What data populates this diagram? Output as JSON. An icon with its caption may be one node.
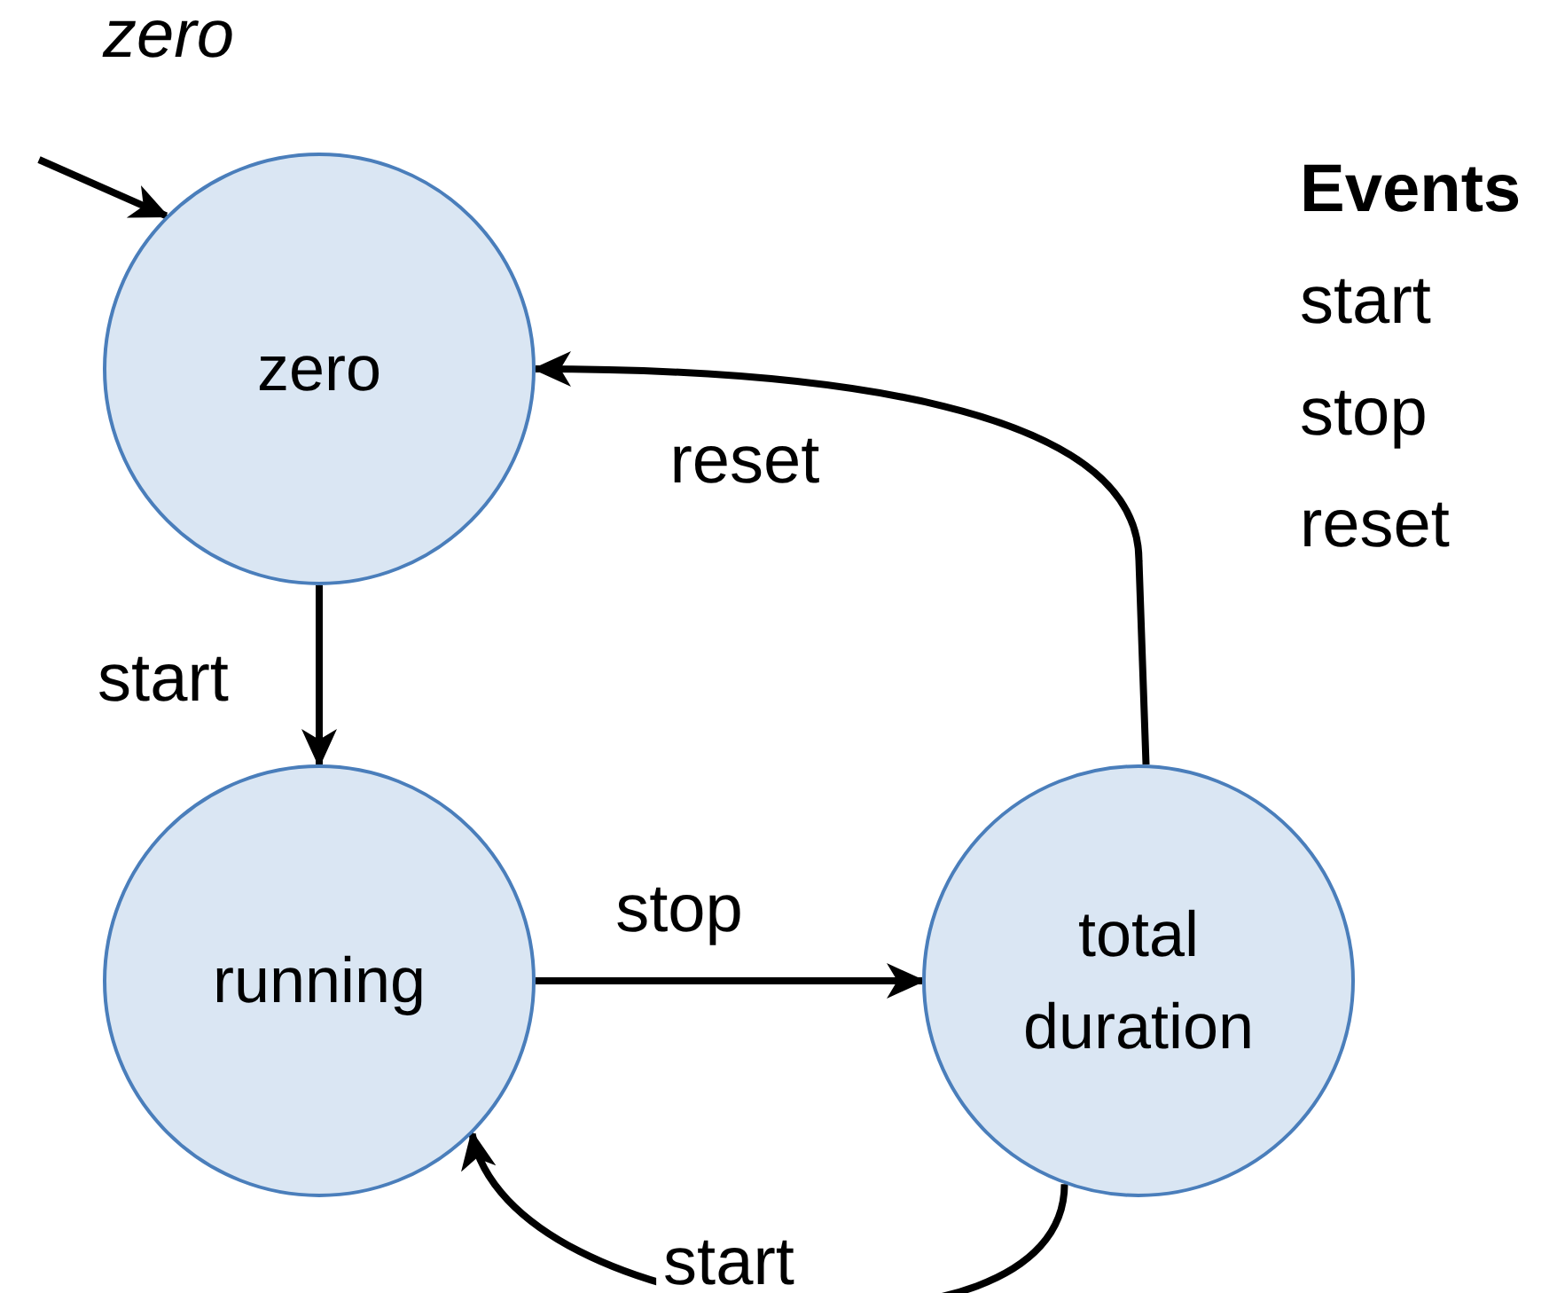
{
  "diagram": {
    "nodes": [
      {
        "text": [
          "zero"
        ]
      },
      {
        "text": [
          "running"
        ]
      },
      {
        "text": [
          "total duration"
        ]
      }
    ],
    "edges": [
      {
        "from": null,
        "to": 0,
        "arrow": "to",
        "label": "zero"
      },
      {
        "from": 0,
        "to": 1,
        "arrow": "to",
        "label": "start"
      },
      {
        "from": 1,
        "to": 2,
        "arrow": "to",
        "label": "stop"
      },
      {
        "from": 2,
        "to": 1,
        "arrow": "to",
        "label": "start"
      },
      {
        "from": 2,
        "to": 0,
        "arrow": "to",
        "label": "reset"
      }
    ],
    "labels": [
      "Events",
      "start",
      "stop",
      "reset"
    ]
  }
}
